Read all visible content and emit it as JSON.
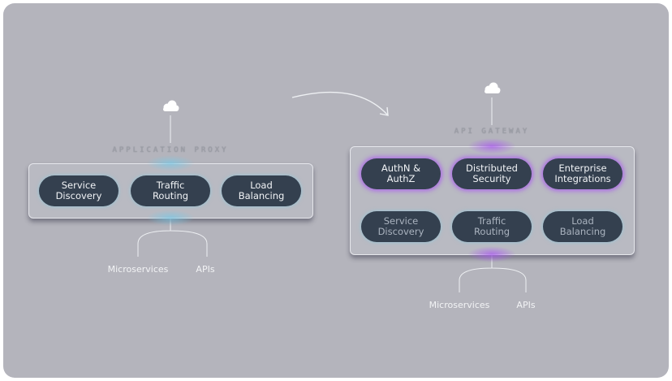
{
  "left_diagram": {
    "title": "APPLICATION PROXY",
    "pills": [
      "Service\nDiscovery",
      "Traffic\nRouting",
      "Load\nBalancing"
    ],
    "outputs": [
      "Microservices",
      "APIs"
    ],
    "icon": "cloud-icon"
  },
  "right_diagram": {
    "title": "API GATEWAY",
    "top_pills": [
      "AuthN &\nAuthZ",
      "Distributed\nSecurity",
      "Enterprise\nIntegrations"
    ],
    "bottom_pills": [
      "Service\nDiscovery",
      "Traffic\nRouting",
      "Load\nBalancing"
    ],
    "outputs": [
      "Microservices",
      "APIs"
    ],
    "icon": "cloud-icon"
  },
  "colors": {
    "pill": "#34404f",
    "teal_glow": "#8cc8dc",
    "purple_glow": "#aa5af0",
    "background": "#b4b4bc"
  }
}
